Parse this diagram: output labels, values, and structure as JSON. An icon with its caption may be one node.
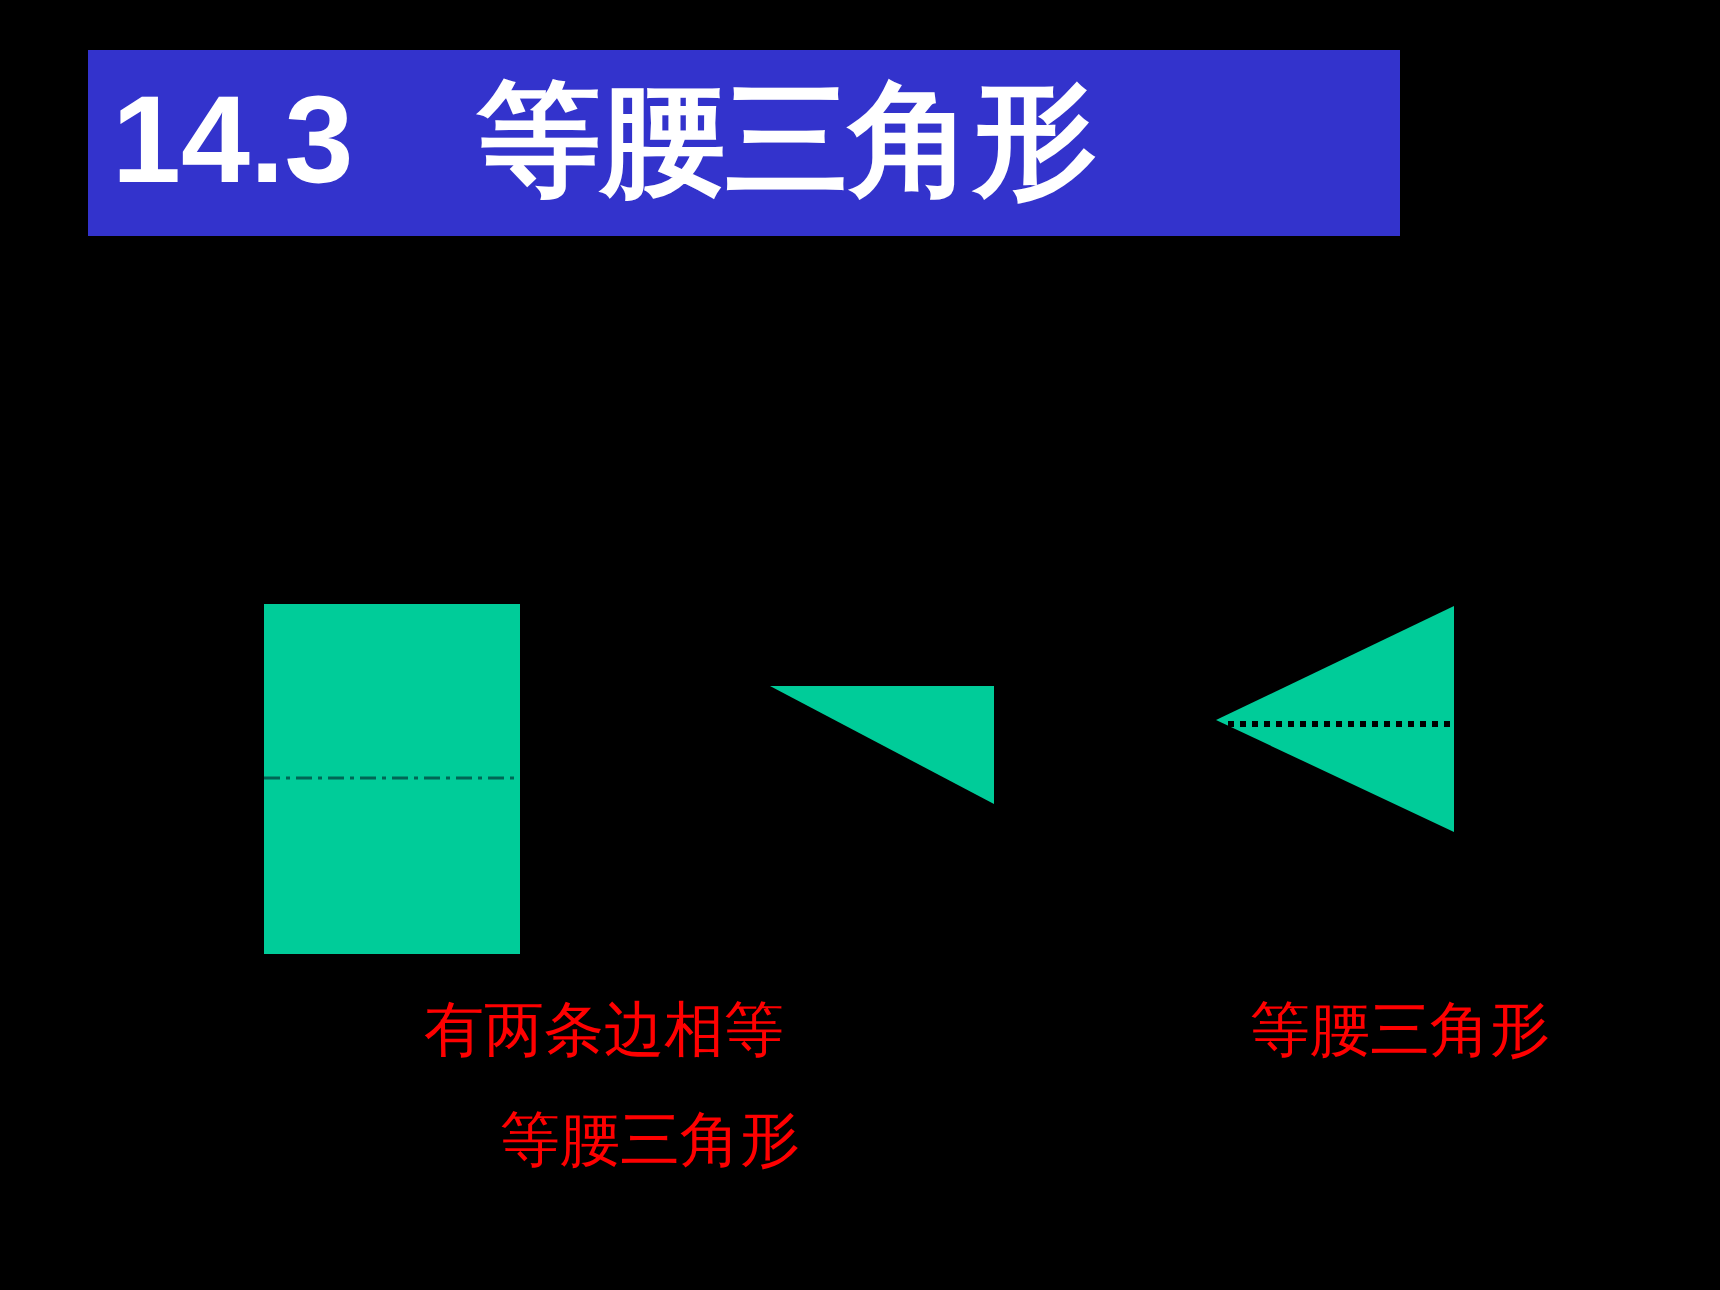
{
  "diagram": {
    "title": "14.3　等腰三角形",
    "labels": [
      "有两条边相等",
      "等腰三角形",
      "等腰三角形"
    ]
  }
}
